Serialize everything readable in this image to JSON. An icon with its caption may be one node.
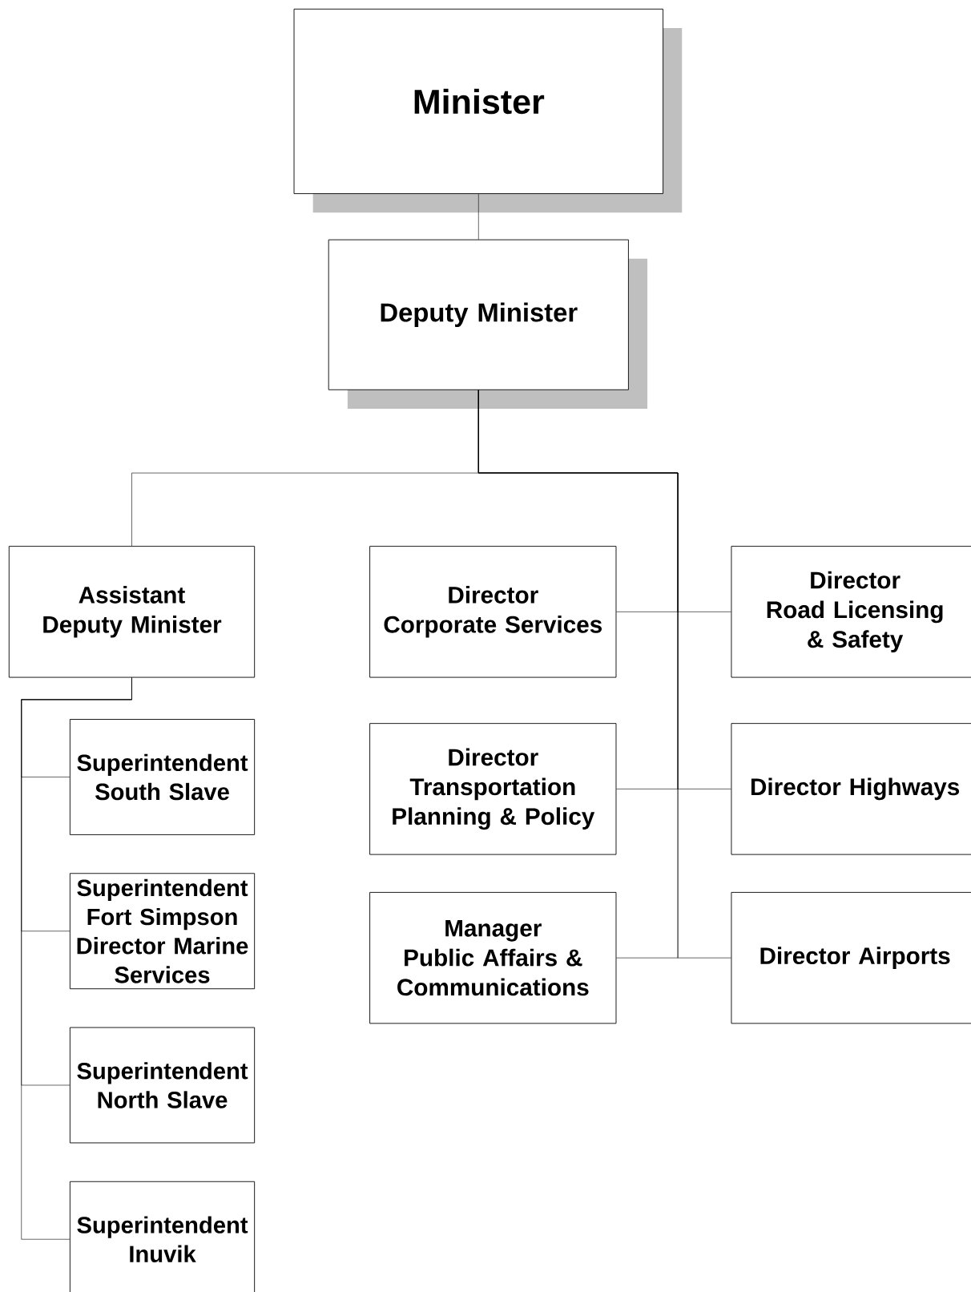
{
  "diagram": {
    "nodes": [
      {
        "text": [
          "Minister"
        ]
      },
      {
        "text": [
          "Deputy Minister"
        ]
      },
      {
        "text": [
          "Assistant Deputy Minister"
        ]
      },
      {
        "text": [
          "Director",
          "Corporate Services"
        ]
      },
      {
        "text": [
          "Director",
          "Road Licensing & Safety"
        ]
      },
      {
        "text": [
          "Director",
          "Transportation Planning & Policy"
        ]
      },
      {
        "text": [
          "Director Highways"
        ]
      },
      {
        "text": [
          "Manager",
          "Public Affairs & Communications"
        ]
      },
      {
        "text": [
          "Director Airports"
        ]
      },
      {
        "text": [
          "Superintendent",
          "South Slave"
        ]
      },
      {
        "text": [
          "Superintendent",
          "Fort Simpson",
          "Director Marine Services"
        ]
      },
      {
        "text": [
          "Superintendent",
          "North Slave"
        ]
      },
      {
        "text": [
          "Superintendent",
          "Inuvik"
        ]
      }
    ],
    "edges": [
      {
        "from": 0,
        "to": 1,
        "arrow": "none"
      },
      {
        "from": 1,
        "to": 2,
        "arrow": "none"
      },
      {
        "from": 1,
        "to": 3,
        "arrow": "none"
      },
      {
        "from": 1,
        "to": 4,
        "arrow": "none"
      },
      {
        "from": 1,
        "to": 5,
        "arrow": "none"
      },
      {
        "from": 1,
        "to": 6,
        "arrow": "none"
      },
      {
        "from": 1,
        "to": 7,
        "arrow": "none"
      },
      {
        "from": 1,
        "to": 8,
        "arrow": "none"
      },
      {
        "from": 2,
        "to": 9,
        "arrow": "none"
      },
      {
        "from": 2,
        "to": 10,
        "arrow": "none"
      },
      {
        "from": 2,
        "to": 11,
        "arrow": "none"
      },
      {
        "from": 2,
        "to": 12,
        "arrow": "none"
      }
    ]
  }
}
